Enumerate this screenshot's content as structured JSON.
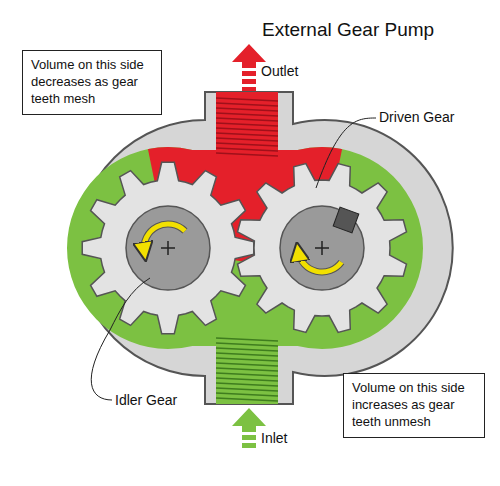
{
  "diagram": {
    "title": "External Gear Pump",
    "nodes": [
      {
        "text": [
          "Volume on this side decreases as gear teeth mesh"
        ]
      },
      {
        "text": [
          "Volume on this side increases as gear teeth unmesh"
        ]
      }
    ],
    "labels": [
      "Outlet",
      "Driven Gear",
      "Idler Gear",
      "Inlet"
    ]
  }
}
